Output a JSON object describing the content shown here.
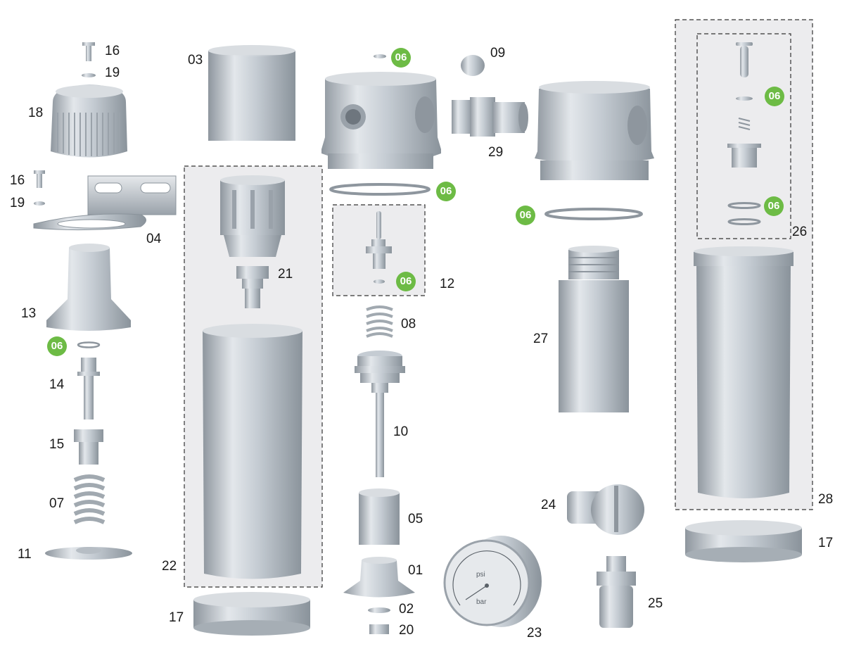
{
  "labels": {
    "p01": "01",
    "p02": "02",
    "p03": "03",
    "p04": "04",
    "p05": "05",
    "p06": "06",
    "p07": "07",
    "p08": "08",
    "p09": "09",
    "p10": "10",
    "p11": "11",
    "p12": "12",
    "p13": "13",
    "p14": "14",
    "p15": "15",
    "p16": "16",
    "p17": "17",
    "p18": "18",
    "p19": "19",
    "p20": "20",
    "p21": "21",
    "p22": "22",
    "p23": "23",
    "p24": "24",
    "p25": "25",
    "p26": "26",
    "p27": "27",
    "p28": "28",
    "p29": "29"
  },
  "gauge": {
    "unit_psi": "psi",
    "unit_bar": "bar"
  },
  "colors": {
    "badge": "#6dbb45",
    "part_metal": "#c5ccd3",
    "group_box": "#ececee"
  }
}
